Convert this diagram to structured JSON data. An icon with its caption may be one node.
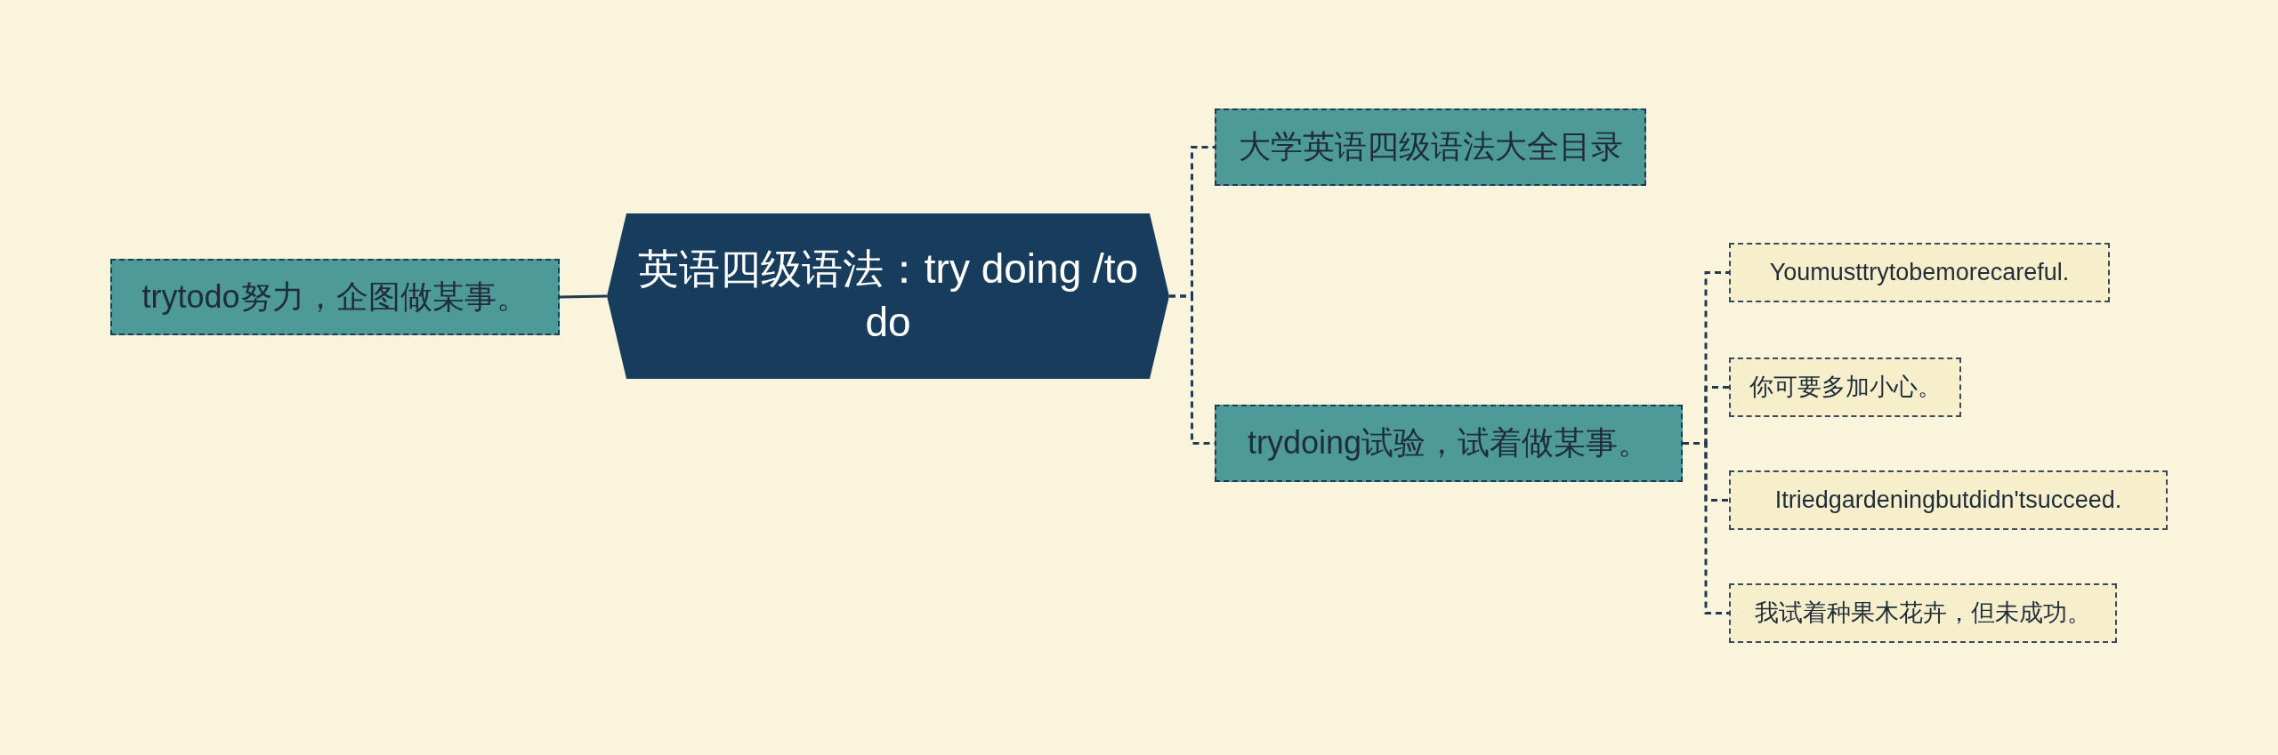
{
  "diagram": {
    "nodes": [
      {
        "text": [
          "英语四级语法：try doing /to do"
        ]
      },
      {
        "text": [
          "trytodo努力，企图做某事。"
        ]
      },
      {
        "text": [
          "大学英语四级语法大全目录"
        ]
      },
      {
        "text": [
          "trydoing试验，试着做某事。"
        ]
      },
      {
        "text": [
          "Youmusttrytobemorecareful."
        ]
      },
      {
        "text": [
          "你可要多加小心。"
        ]
      },
      {
        "text": [
          "Itriedgardeningbutdidn'tsucceed."
        ]
      },
      {
        "text": [
          "我试着种果木花卉，但未成功。"
        ]
      }
    ],
    "edges": [
      {
        "from": 0,
        "to": 1,
        "arrow": "none"
      },
      {
        "from": 0,
        "to": 2,
        "arrow": "none",
        "style": "dashed"
      },
      {
        "from": 0,
        "to": 3,
        "arrow": "none",
        "style": "dashed"
      },
      {
        "from": 3,
        "to": 4,
        "arrow": "none",
        "style": "dashed"
      },
      {
        "from": 3,
        "to": 5,
        "arrow": "none",
        "style": "dashed"
      },
      {
        "from": 3,
        "to": 6,
        "arrow": "none",
        "style": "dashed"
      },
      {
        "from": 3,
        "to": 7,
        "arrow": "none",
        "style": "dashed"
      }
    ]
  }
}
